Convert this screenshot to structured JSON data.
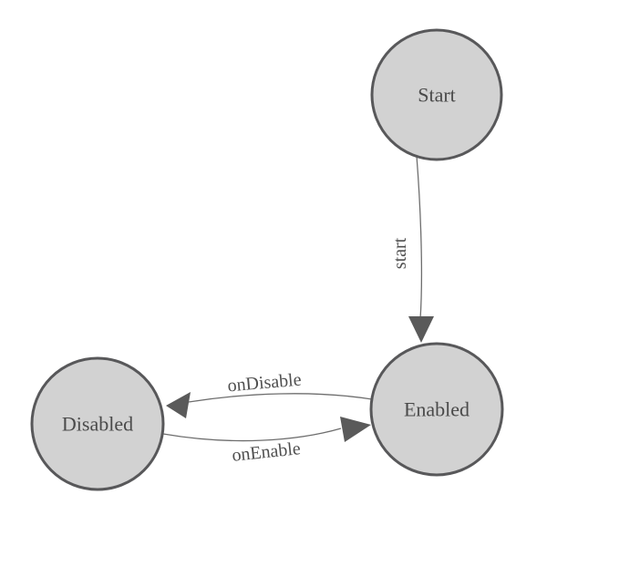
{
  "diagram": {
    "title": "state-machine",
    "colors": {
      "background": "#ffffff",
      "node_fill": "#d2d2d2",
      "node_stroke": "#58585a",
      "edge_stroke": "#6e6e6e",
      "arrow_fill": "#5a5a5a",
      "label_text": "#4a4a4a"
    },
    "nodes": [
      {
        "id": "start",
        "label": "Start",
        "shape": "circle"
      },
      {
        "id": "enabled",
        "label": "Enabled",
        "shape": "circle"
      },
      {
        "id": "disabled",
        "label": "Disabled",
        "shape": "circle"
      }
    ],
    "edges": [
      {
        "from": "Start",
        "to": "Enabled",
        "label": "start"
      },
      {
        "from": "Enabled",
        "to": "Disabled",
        "label": "onDisable"
      },
      {
        "from": "Disabled",
        "to": "Enabled",
        "label": "onEnable"
      }
    ]
  }
}
